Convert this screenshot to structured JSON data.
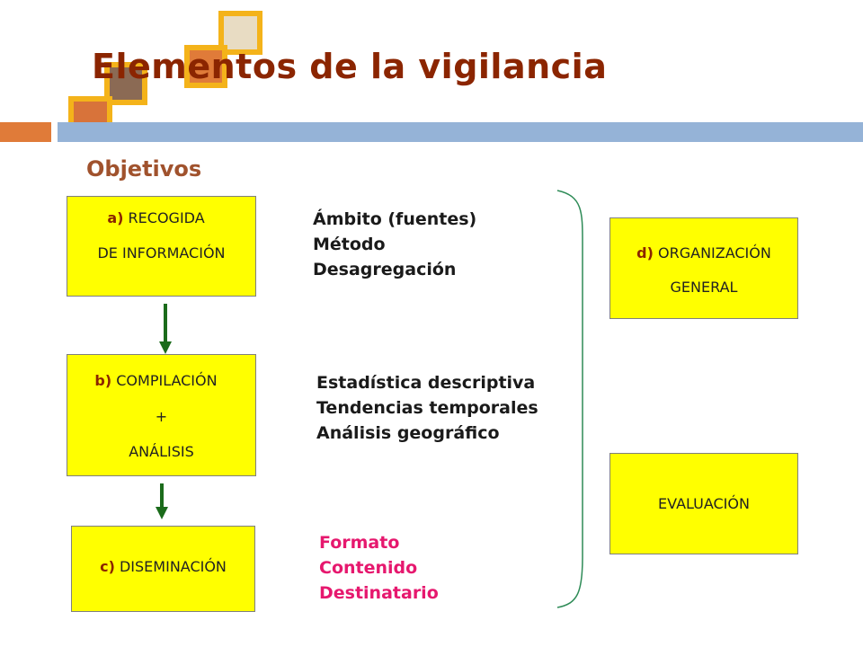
{
  "title": "Elementos de la vigilancia",
  "subtitle": "Objetivos",
  "colors": {
    "title": "#8b2500",
    "subtitle": "#a0522d",
    "box_fill": "#ffff00",
    "arrow": "#1b6b1b",
    "pink_text": "#e6186e",
    "bar_orange": "#e07b39",
    "bar_blue": "#95b3d7"
  },
  "boxes": {
    "a": {
      "prefix": "a)",
      "line1": "RECOGIDA",
      "line2": "DE INFORMACIÓN"
    },
    "b": {
      "prefix": "b)",
      "line1": "COMPILACIÓN",
      "line2": "+",
      "line3": "ANÁLISIS"
    },
    "c": {
      "prefix": "c)",
      "line1": "DISEMINACIÓN"
    },
    "d": {
      "prefix": "d)",
      "line1": "ORGANIZACIÓN",
      "line2": "GENERAL"
    },
    "e": {
      "line1": "EVALUACIÓN"
    }
  },
  "lists": {
    "recogida": [
      "Ámbito (fuentes)",
      "Método",
      "Desagregación"
    ],
    "analisis": [
      "Estadística descriptiva",
      "Tendencias temporales",
      "Análisis geográfico"
    ],
    "diseminacion": [
      "Formato",
      "Contenido",
      "Destinatario"
    ]
  }
}
